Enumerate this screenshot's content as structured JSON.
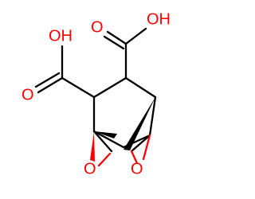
{
  "structure": {
    "labels": {
      "cooh_left_oh": "OH",
      "cooh_left_o": "O",
      "cooh_right_oh": "OH",
      "cooh_right_o": "O",
      "epoxide_left_o": "O",
      "epoxide_right_o": "O"
    },
    "colors": {
      "bond": "#000000",
      "oxygen": "#ff0000",
      "background": "#ffffff"
    }
  }
}
